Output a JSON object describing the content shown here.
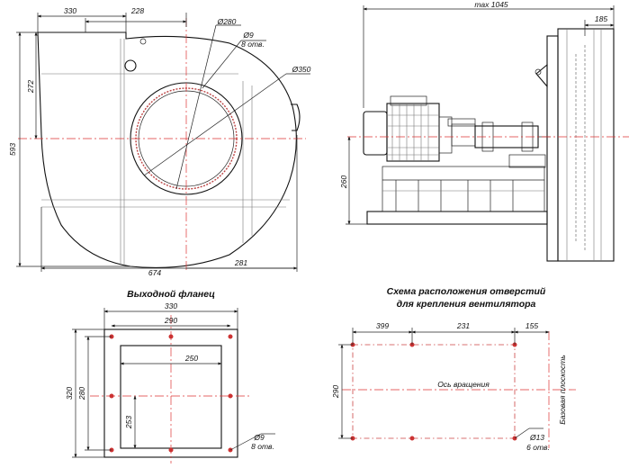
{
  "fan_top": {
    "d330": "330",
    "d228": "228",
    "d272": "272",
    "d593": "593",
    "d674": "674",
    "d281": "281",
    "d280dia": "Ø280",
    "d9": "Ø9",
    "holes8": "8 отв.",
    "d350": "Ø350"
  },
  "side_view": {
    "max": "max 1045",
    "d185": "185",
    "d260": "260"
  },
  "flange": {
    "title": "Выходной фланец",
    "d330": "330",
    "d290": "290",
    "d250": "250",
    "d320": "320",
    "d280": "280",
    "d253": "253",
    "d9": "Ø9",
    "holes8": "8 отв."
  },
  "holes": {
    "title1": "Схема расположения отверстий",
    "title2": "для крепления вентилятора",
    "d399": "399",
    "d231": "231",
    "d155": "155",
    "d290": "290",
    "axis": "Ось вращения",
    "base": "Базовая плоскость",
    "d13": "Ø13",
    "holes6": "6 отв."
  }
}
